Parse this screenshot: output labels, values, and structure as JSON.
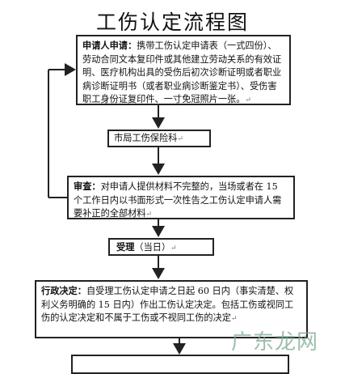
{
  "title": "工伤认定流程图",
  "steps": [
    {
      "label": "申请人申请：",
      "text": "携带工伤认定申请表（一式四份）、劳动合同文本复印件或其他建立劳动关系的有效证明、医疗机构出具的受伤后初次诊断证明或者职业病诊断证明书（或者职业病诊断鉴定书）、受伤害职工身份证复印件、一寸免冠照片一张。"
    },
    {
      "label": "",
      "text": "市局工伤保险科"
    },
    {
      "label": "审查：",
      "text": "对申请人提供材料不完整的，当场或者在 15 个工作日内以书面形式一次性告之工伤认定申请人需要补正的全部材料"
    },
    {
      "label": "受理",
      "text": "（当日）"
    },
    {
      "label": "行政决定：",
      "text": "自受理工伤认定申请之日起 60 日内（事实清楚、权利义务明确的 15 日内）作出工伤认定决定。包括工伤或视同工伤的认定决定和不属于工伤或不视同工伤的决定"
    }
  ],
  "para_mark": "↵",
  "watermark": "广东龙网"
}
